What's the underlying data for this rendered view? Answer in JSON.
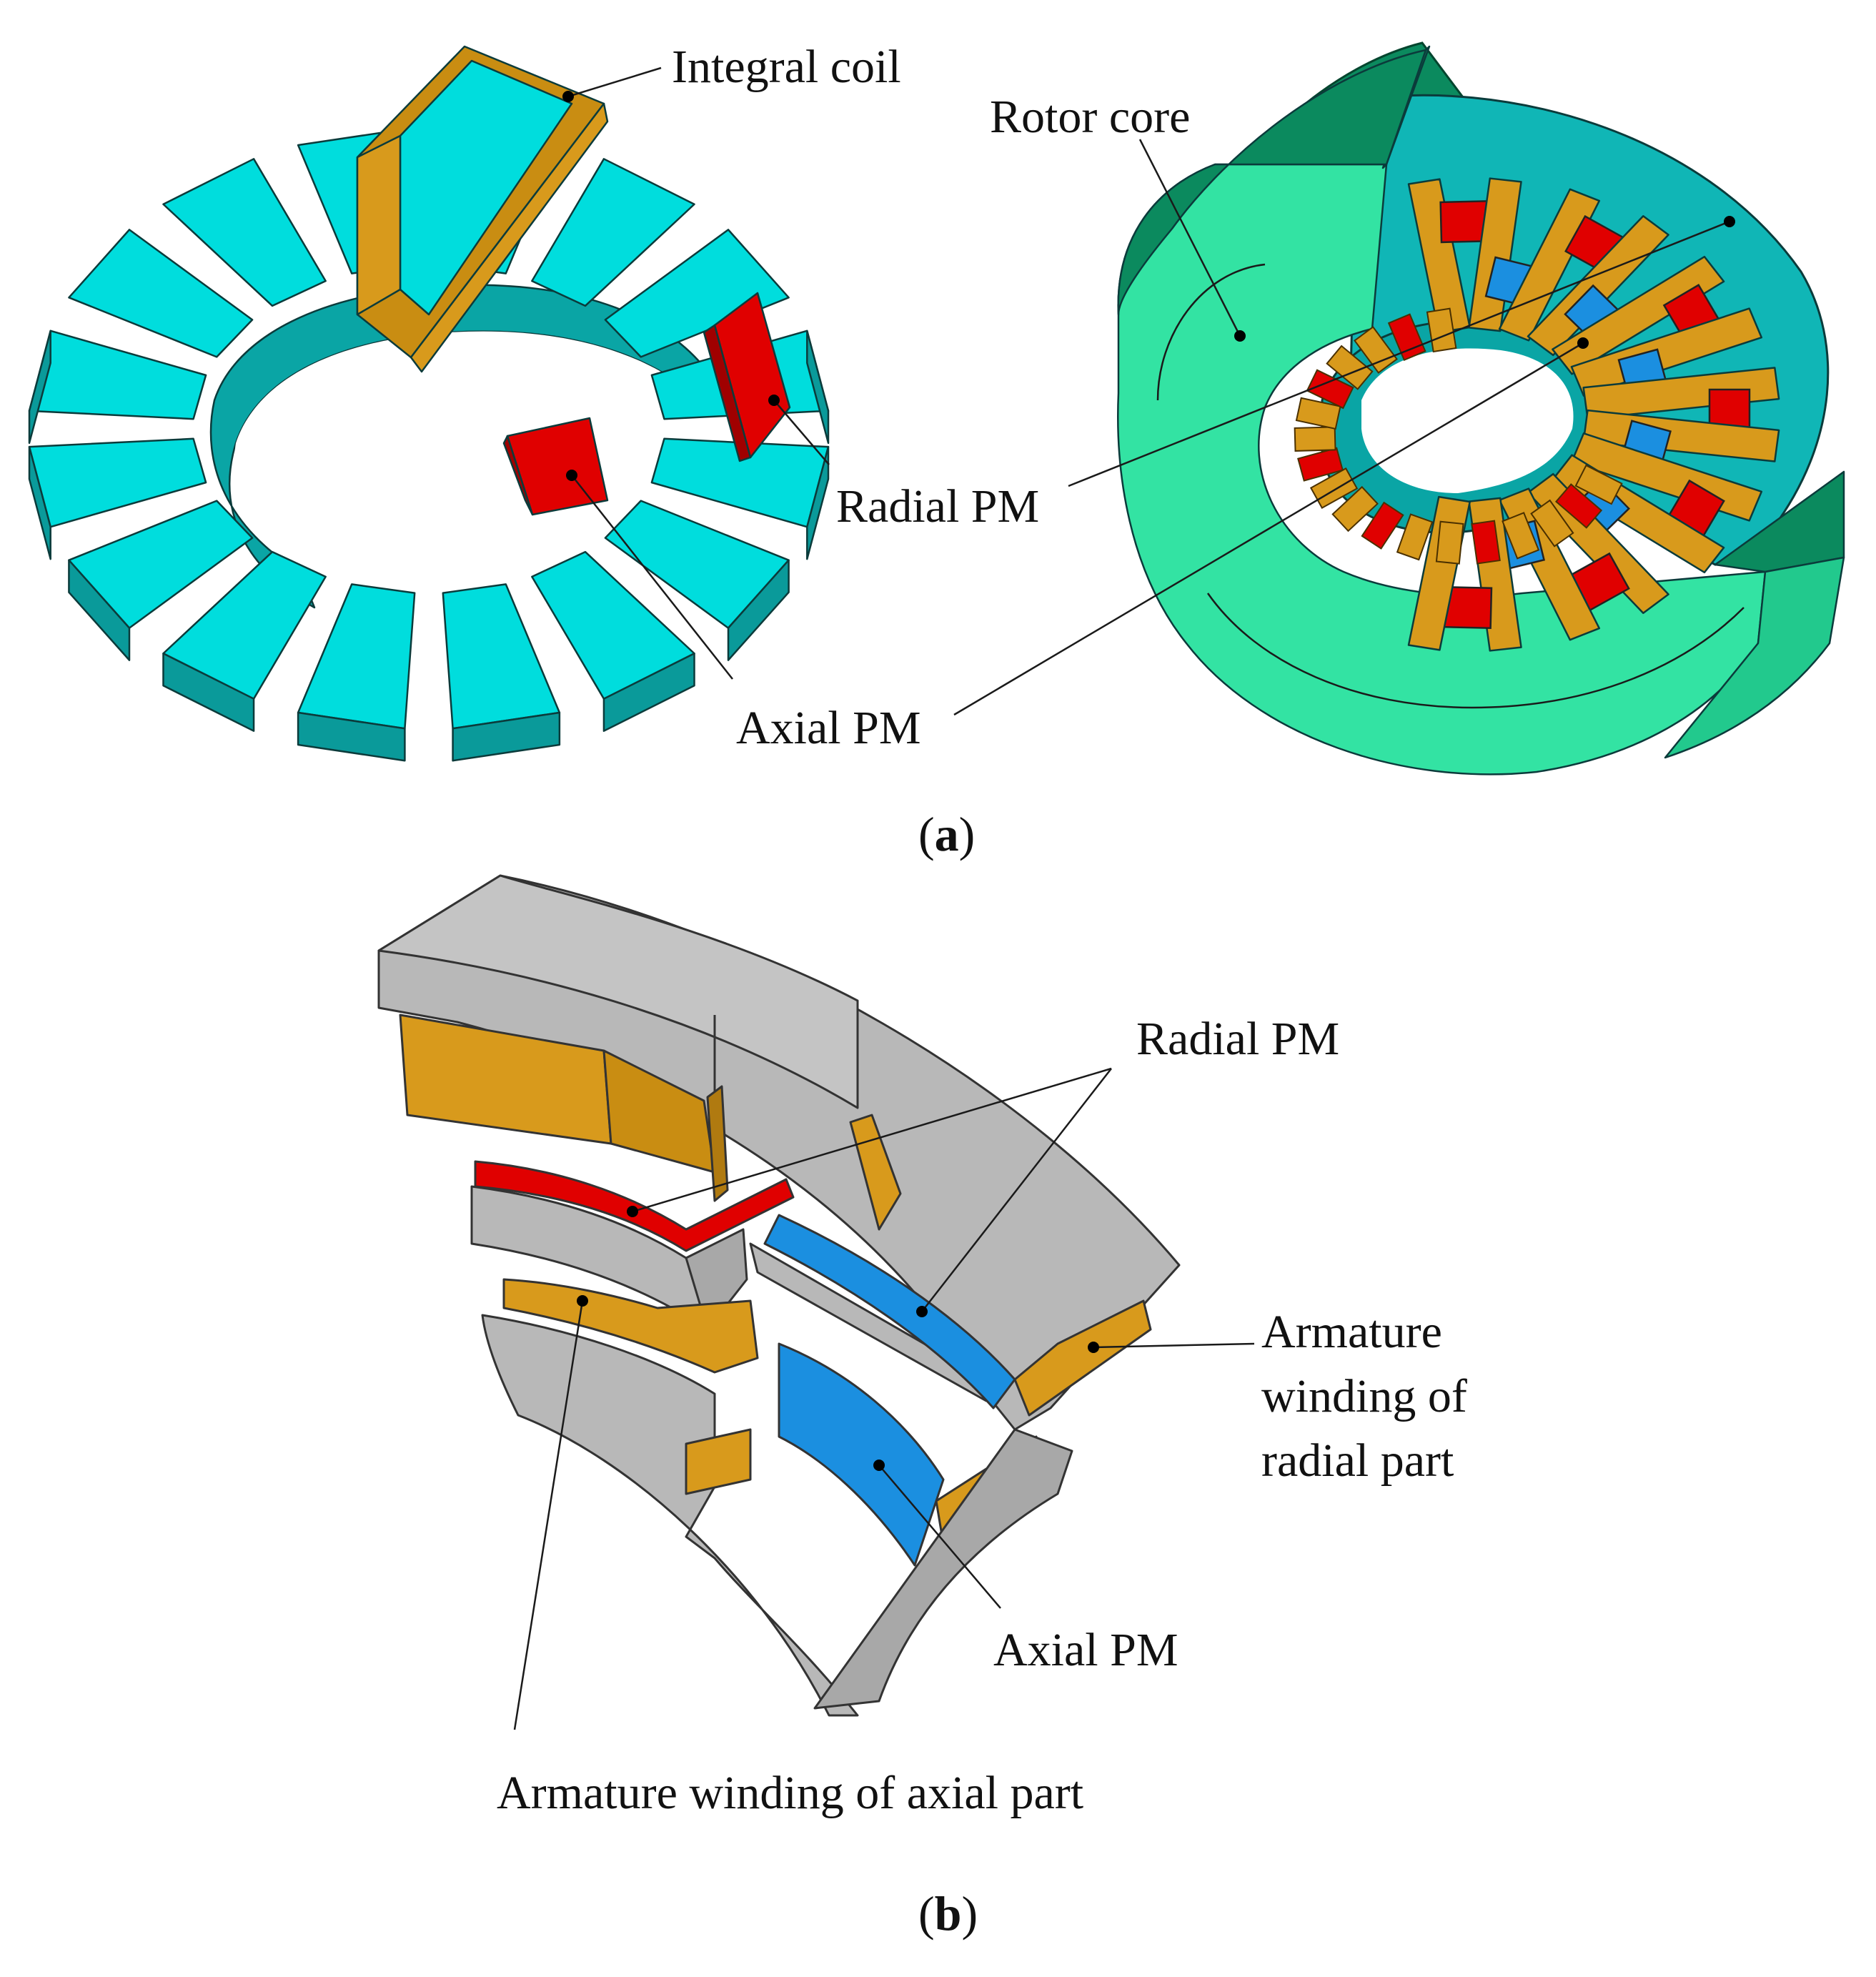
{
  "colors": {
    "stator_teeth": "#00dddd",
    "stator_teeth_side": "#0a9a9a",
    "rotor_core": "#33e3a3",
    "rotor_core_dark": "#0b8a5e",
    "coil": "#d89a1c",
    "coil_dark": "#b07a10",
    "radial_pm": "#e00000",
    "axial_pm": "#1b8fe0",
    "segment_core": "#b8b8b8",
    "segment_core_dark": "#9a9a9a"
  },
  "panel_a": {
    "caption_letter": "a",
    "labels": {
      "integral_coil": "Integral coil",
      "rotor_core": "Rotor core",
      "radial_pm": "Radial PM",
      "axial_pm": "Axial PM"
    }
  },
  "panel_b": {
    "caption_letter": "b",
    "labels": {
      "radial_pm": "Radial PM",
      "armature_radial_line1": "Armature",
      "armature_radial_line2": "winding of",
      "armature_radial_line3": "radial part",
      "axial_pm": "Axial PM",
      "armature_axial": "Armature winding of axial part"
    }
  }
}
